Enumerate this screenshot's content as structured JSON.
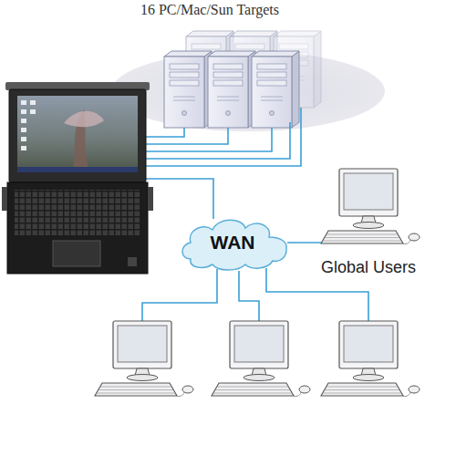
{
  "diagram": {
    "nodes": [
      {
        "text": [
          "16 PC/Mac/Sun Targets"
        ]
      },
      {
        "text": [
          "WAN"
        ]
      },
      {
        "text": [
          "Global Users"
        ]
      }
    ],
    "edges": [
      {
        "from": 1,
        "to": 2,
        "arrow": "none"
      }
    ]
  }
}
